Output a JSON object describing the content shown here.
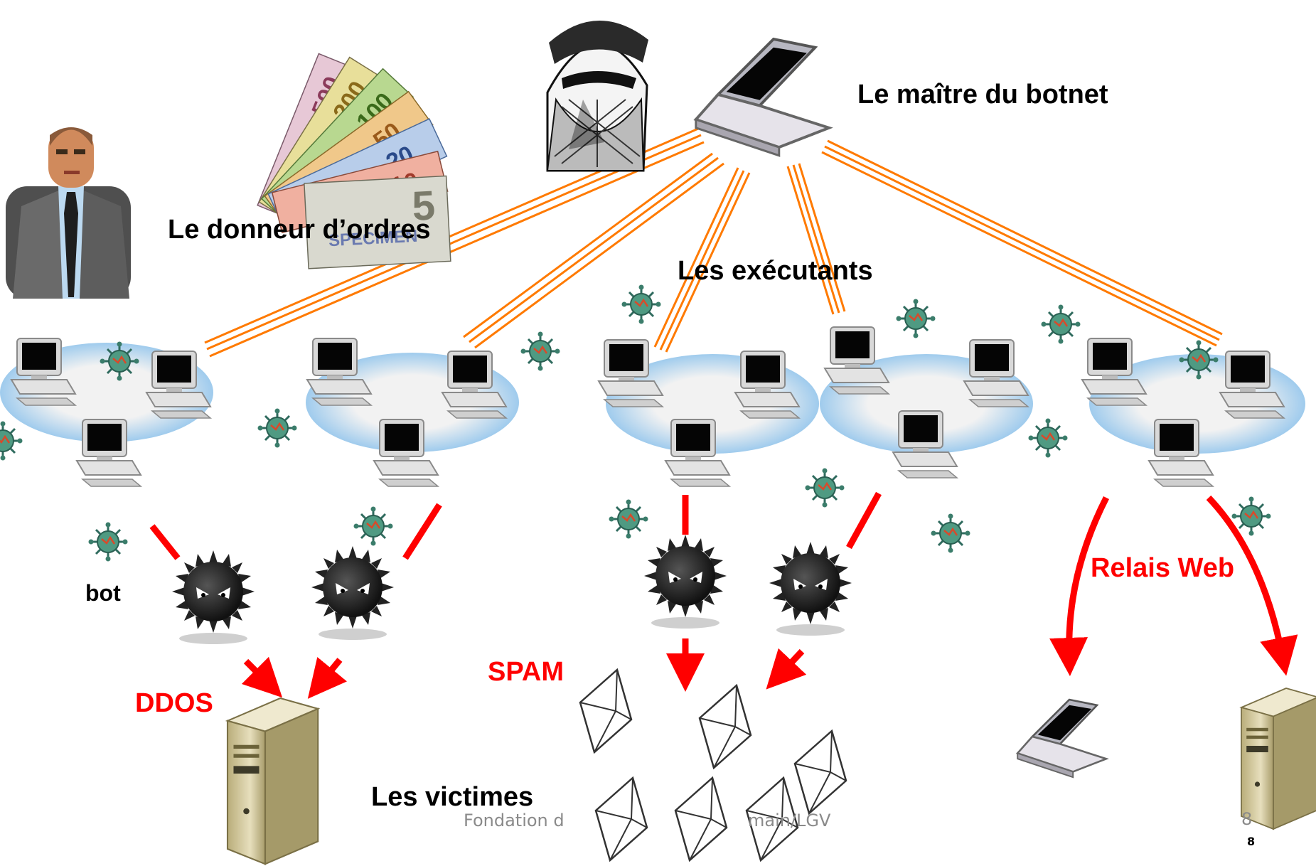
{
  "labels": {
    "master": "Le maître du botnet",
    "sponsor": "Le donneur d’ordres",
    "executors": "Les exécutants",
    "bot": "bot",
    "relay": "Relais Web",
    "ddos": "DDOS",
    "spam": "SPAM",
    "victims": "Les victimes"
  },
  "footer": {
    "left": "Fondation d",
    "right": "main/LGV",
    "page": "8",
    "page_small": "8"
  },
  "banknotes": [
    "500",
    "200",
    "100",
    "50",
    "20",
    "10",
    "5"
  ],
  "specimen": "SPECIMEN",
  "colors": {
    "link": "#ff7a00",
    "attack": "#ff0000",
    "virus": "#2e7d6b",
    "cloud": "#a9d3ef",
    "server": "#d8cfa3"
  }
}
